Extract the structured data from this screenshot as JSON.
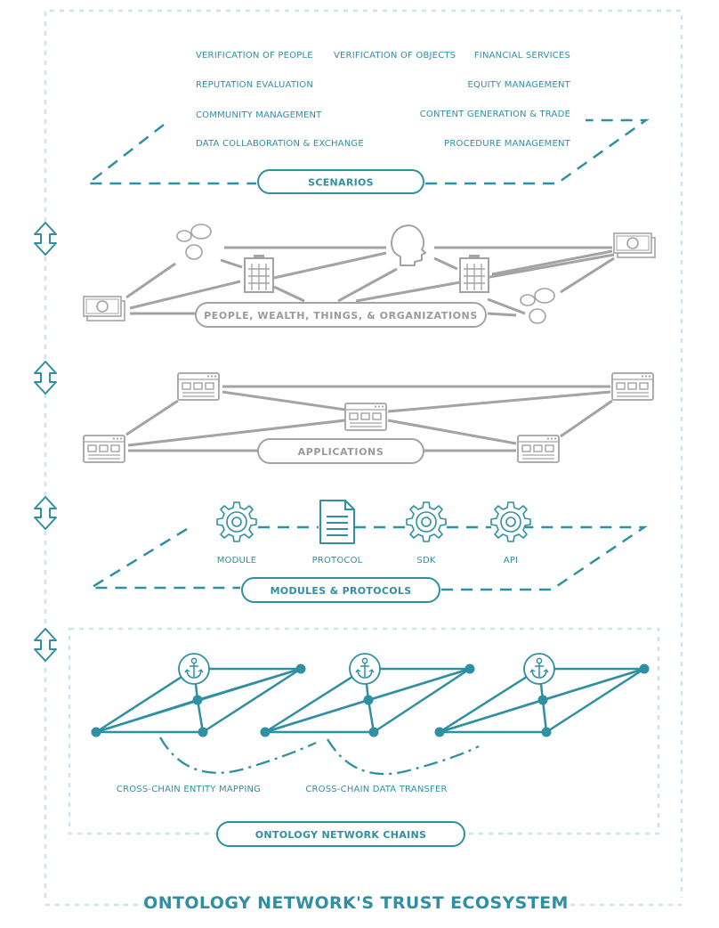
{
  "title": "ONTOLOGY NETWORK'S TRUST ECOSYSTEM",
  "colors": {
    "teal": "#2f8fa3",
    "gray": "#a3a3a3",
    "light_teal": "#cde6ea"
  },
  "scenarios": {
    "label": "SCENARIOS",
    "items": [
      "VERIFICATION OF PEOPLE",
      "VERIFICATION OF OBJECTS",
      "FINANCIAL SERVICES",
      "REPUTATION EVALUATION",
      "EQUITY MANAGEMENT",
      "COMMUNITY MANAGEMENT",
      "CONTENT GENERATION & TRADE",
      "DATA COLLABORATION & EXCHANGE",
      "PROCEDURE MANAGEMENT"
    ]
  },
  "entities": {
    "label": "PEOPLE, WEALTH, THINGS, & ORGANIZATIONS",
    "icons": [
      "money-icon",
      "coins-icon",
      "building-icon",
      "person-icon",
      "building-icon",
      "money-icon",
      "coins-icon"
    ]
  },
  "applications": {
    "label": "APPLICATIONS",
    "icons": [
      "app-window-icon"
    ]
  },
  "modules": {
    "label": "MODULES & PROTOCOLS",
    "items": [
      "MODULE",
      "PROTOCOL",
      "SDK",
      "API"
    ]
  },
  "chains": {
    "label": "ONTOLOGY NETWORK CHAINS",
    "mapping_label": "CROSS-CHAIN ENTITY MAPPING",
    "transfer_label": "CROSS-CHAIN DATA TRANSFER",
    "icons": [
      "anchor-icon"
    ]
  }
}
